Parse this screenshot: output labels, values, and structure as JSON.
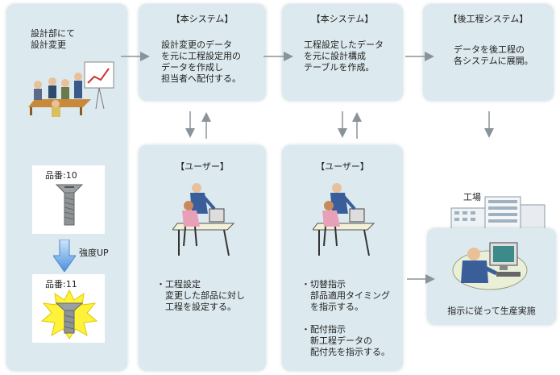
{
  "left": {
    "label": "設計部にて\n設計変更",
    "part_before": "品番:10",
    "part_after": "品番:11",
    "strengthen": "強度UP"
  },
  "sys1": {
    "title": "【本システム】",
    "body": "設計変更のデータ\nを元に工程設定用の\nデータを作成し\n担当者へ配付する。"
  },
  "sys2": {
    "title": "【本システム】",
    "body": "工程設定したデータ\nを元に設計構成\nテーブルを作成。"
  },
  "sys3": {
    "title": "【後工程システム】",
    "body": "データを後工程の\n各システムに展開。"
  },
  "user1": {
    "title": "【ユーザー】",
    "body": "・工程設定\n　変更した部品に対し\n　工程を設定する。"
  },
  "user2": {
    "title": "【ユーザー】",
    "body": "・切替指示\n　部品適用タイミング\n　を指示する。\n\n・配付指示\n　新工程データの\n　配付先を指示する。"
  },
  "factory": {
    "label": "工場",
    "caption": "指示に従って生産実施"
  },
  "colors": {
    "panel": "#dce9ee",
    "arrow": "#8a9498",
    "down_arrow": "#6fa8e0"
  }
}
